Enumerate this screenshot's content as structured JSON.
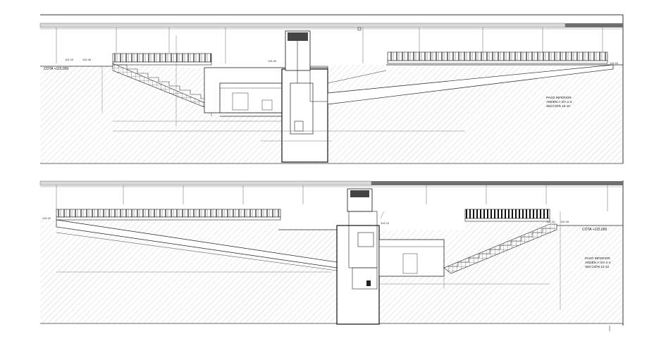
{
  "colors": {
    "ink": "#1a1a1a",
    "platform": "#cfcfcf",
    "platform_dark": "#6f6f6f",
    "hatch": "#9a9a9a",
    "ground": "#f2f2f2"
  },
  "sections": [
    {
      "cota": "COTA +115.000",
      "levels": [
        "115.40",
        "115.48",
        "115.45",
        "115.40"
      ],
      "title": [
        "PASO INFERIOR",
        "ANDÉN A VÍA 1-3",
        "SECCIÓN 10-10"
      ]
    },
    {
      "cota": "COTA +115.000",
      "levels": [
        "115.40",
        "115.44",
        "115.48",
        "115.40"
      ],
      "title": [
        "PASO INFERIOR",
        "ANDÉN A VÍA 2-4",
        "SECCIÓN 13-13"
      ]
    }
  ]
}
